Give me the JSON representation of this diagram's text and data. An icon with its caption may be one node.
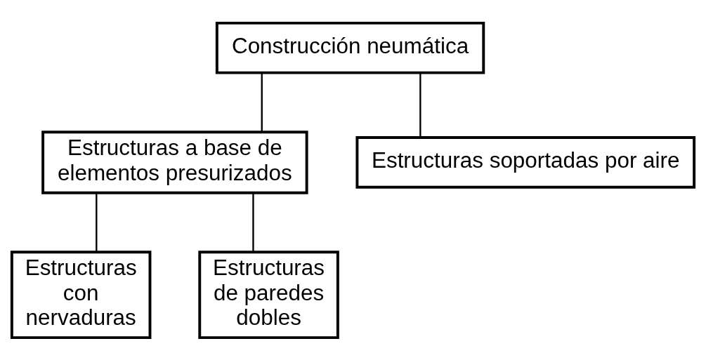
{
  "diagram": {
    "nodes": [
      {
        "text": [
          "Construcción neumática"
        ]
      },
      {
        "text": [
          "Estructuras a base de elementos presurizados"
        ]
      },
      {
        "text": [
          "Estructuras soportadas por aire"
        ]
      },
      {
        "text": [
          "Estructuras con nervaduras"
        ]
      },
      {
        "text": [
          "Estructuras de paredes dobles"
        ]
      }
    ],
    "edges": [
      {
        "from": 0,
        "to": 1,
        "arrow": "none"
      },
      {
        "from": 0,
        "to": 2,
        "arrow": "none"
      },
      {
        "from": 1,
        "to": 3,
        "arrow": "none"
      },
      {
        "from": 1,
        "to": 4,
        "arrow": "none"
      }
    ]
  }
}
